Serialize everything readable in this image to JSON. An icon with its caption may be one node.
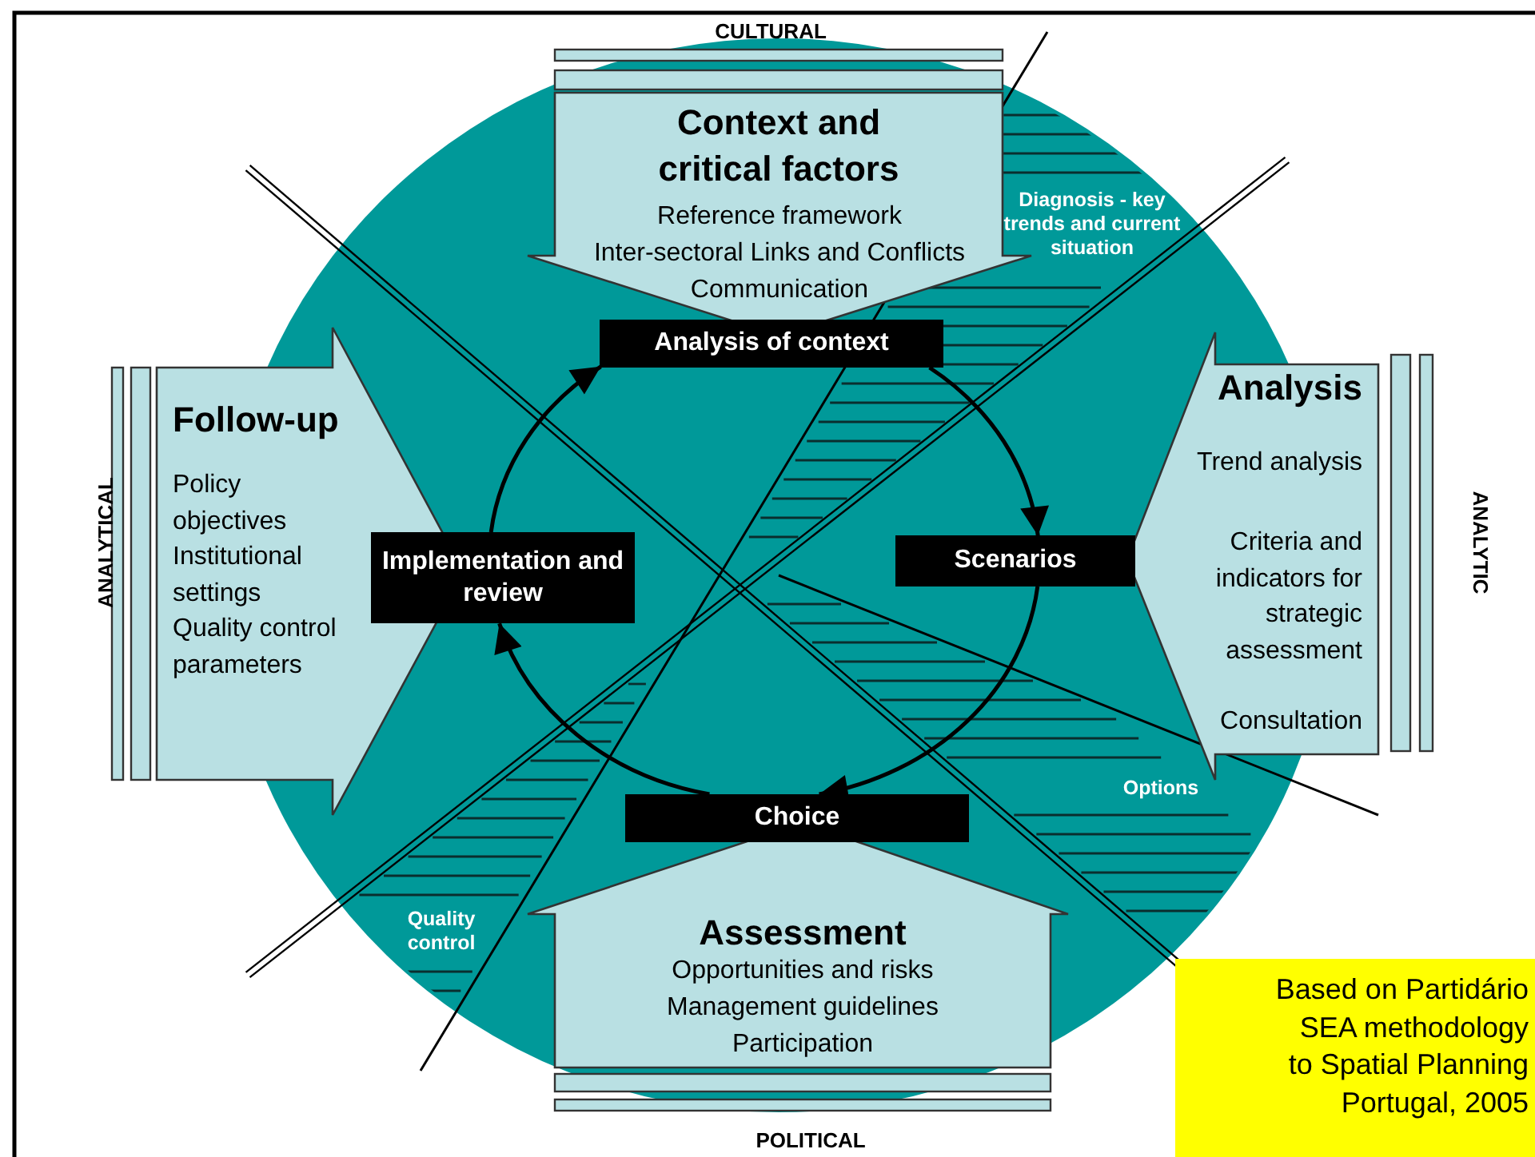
{
  "diagram": {
    "nodes": [
      {
        "text": [
          "Context and critical factors",
          "Reference framework",
          "Inter-sectoral Links and Conflicts",
          "Communication"
        ]
      },
      {
        "text": [
          "Analysis of context"
        ]
      },
      {
        "text": [
          "Analysis",
          "Trend analysis",
          "Criteria and indicators for strategic assessment",
          "Consultation"
        ]
      },
      {
        "text": [
          "Follow-up",
          "Policy objectives",
          "Institutional settings",
          "Quality control parameters"
        ]
      },
      {
        "text": [
          "Implementation and review"
        ]
      },
      {
        "text": [
          "Scenarios"
        ]
      },
      {
        "text": [
          "Choice"
        ]
      },
      {
        "text": [
          "Assessment",
          "Opportunities and risks",
          "Management guidelines",
          "Participation"
        ]
      }
    ],
    "edges": [
      {
        "from": 1,
        "to": 5,
        "arrow": "to"
      },
      {
        "from": 5,
        "to": 6,
        "arrow": "to"
      },
      {
        "from": 6,
        "to": 4,
        "arrow": "to"
      },
      {
        "from": 4,
        "to": 1,
        "arrow": "to"
      }
    ],
    "labels": [
      "CULTURAL",
      "Diagnosis - key trends and current situation",
      "ANALYTICAL",
      "ANALYTIC",
      "Options",
      "Quality control",
      "Based on Partidário SEA methodology to Spatial Planning Portugal, 2005",
      "POLITICAL"
    ]
  }
}
